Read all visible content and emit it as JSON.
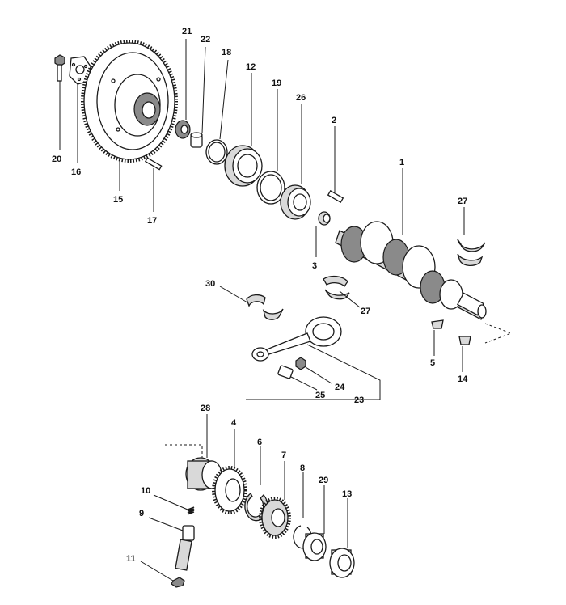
{
  "callouts": [
    {
      "id": "c20",
      "label": "20"
    },
    {
      "id": "c16",
      "label": "16"
    },
    {
      "id": "c15",
      "label": "15"
    },
    {
      "id": "c17",
      "label": "17"
    },
    {
      "id": "c21",
      "label": "21"
    },
    {
      "id": "c22",
      "label": "22"
    },
    {
      "id": "c18",
      "label": "18"
    },
    {
      "id": "c12",
      "label": "12"
    },
    {
      "id": "c19",
      "label": "19"
    },
    {
      "id": "c26",
      "label": "26"
    },
    {
      "id": "c2",
      "label": "2"
    },
    {
      "id": "c1",
      "label": "1"
    },
    {
      "id": "c27a",
      "label": "27"
    },
    {
      "id": "c3",
      "label": "3"
    },
    {
      "id": "c30",
      "label": "30"
    },
    {
      "id": "c27b",
      "label": "27"
    },
    {
      "id": "c5",
      "label": "5"
    },
    {
      "id": "c14",
      "label": "14"
    },
    {
      "id": "c24",
      "label": "24"
    },
    {
      "id": "c25",
      "label": "25"
    },
    {
      "id": "c23",
      "label": "23"
    },
    {
      "id": "c28",
      "label": "28"
    },
    {
      "id": "c4",
      "label": "4"
    },
    {
      "id": "c6",
      "label": "6"
    },
    {
      "id": "c7",
      "label": "7"
    },
    {
      "id": "c8",
      "label": "8"
    },
    {
      "id": "c29",
      "label": "29"
    },
    {
      "id": "c13",
      "label": "13"
    },
    {
      "id": "c10",
      "label": "10"
    },
    {
      "id": "c9",
      "label": "9"
    },
    {
      "id": "c11",
      "label": "11"
    }
  ]
}
